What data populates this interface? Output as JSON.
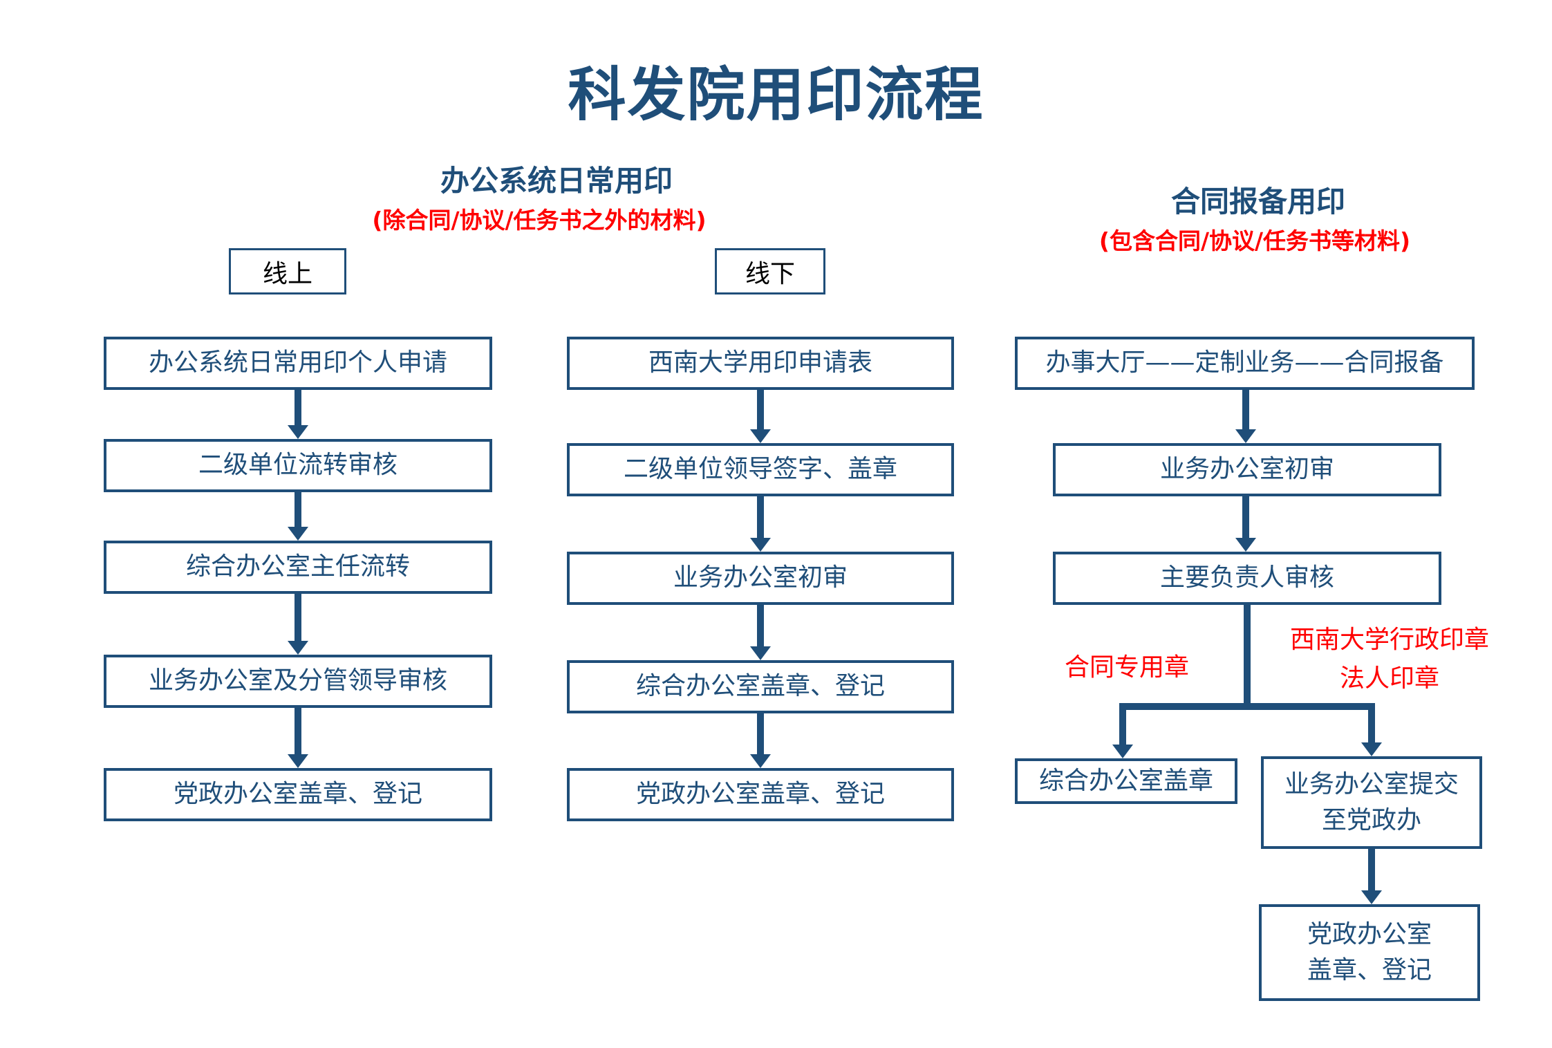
{
  "title": "科发院用印流程",
  "colors": {
    "primary_blue": "#1F4E79",
    "accent_red": "#FF0000",
    "background": "#FFFFFF"
  },
  "sections": {
    "daily": {
      "title": "办公系统日常用印",
      "subtitle": "(除合同/协议/任务书之外的材料)",
      "online_label": "线上",
      "offline_label": "线下"
    },
    "contract": {
      "title": "合同报备用印",
      "subtitle": "(包含合同/协议/任务书等材料)"
    }
  },
  "flows": {
    "online": [
      "办公系统日常用印个人申请",
      "二级单位流转审核",
      "综合办公室主任流转",
      "业务办公室及分管领导审核",
      "党政办公室盖章、登记"
    ],
    "offline": [
      "西南大学用印申请表",
      "二级单位领导签字、盖章",
      "业务办公室初审",
      "综合办公室盖章、登记",
      "党政办公室盖章、登记"
    ],
    "contract": {
      "steps": [
        "办事大厅——定制业务——合同报备",
        "业务办公室初审",
        "主要负责人审核"
      ],
      "seal_left_label": "合同专用章",
      "seal_right_label_line1": "西南大学行政印章",
      "seal_right_label_line2": "法人印章",
      "branch_left_box": "综合办公室盖章",
      "branch_right_box_line1": "业务办公室提交",
      "branch_right_box_line2": "至党政办",
      "final_box_line1": "党政办公室",
      "final_box_line2": "盖章、登记"
    }
  }
}
